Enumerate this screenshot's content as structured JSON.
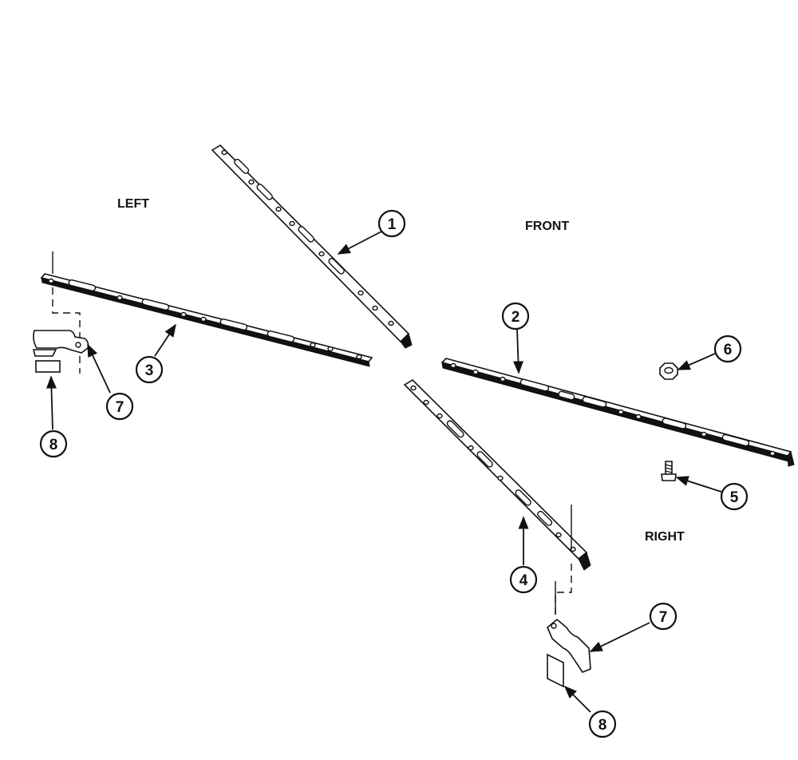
{
  "labels": {
    "left": "LEFT",
    "front": "FRONT",
    "right": "RIGHT"
  },
  "callouts": [
    {
      "id": "c1",
      "number": "1"
    },
    {
      "id": "c2",
      "number": "2"
    },
    {
      "id": "c3",
      "number": "3"
    },
    {
      "id": "c4",
      "number": "4"
    },
    {
      "id": "c5",
      "number": "5"
    },
    {
      "id": "c6",
      "number": "6"
    },
    {
      "id": "c7a",
      "number": "7"
    },
    {
      "id": "c7b",
      "number": "7"
    },
    {
      "id": "c8a",
      "number": "8"
    },
    {
      "id": "c8b",
      "number": "8"
    }
  ]
}
